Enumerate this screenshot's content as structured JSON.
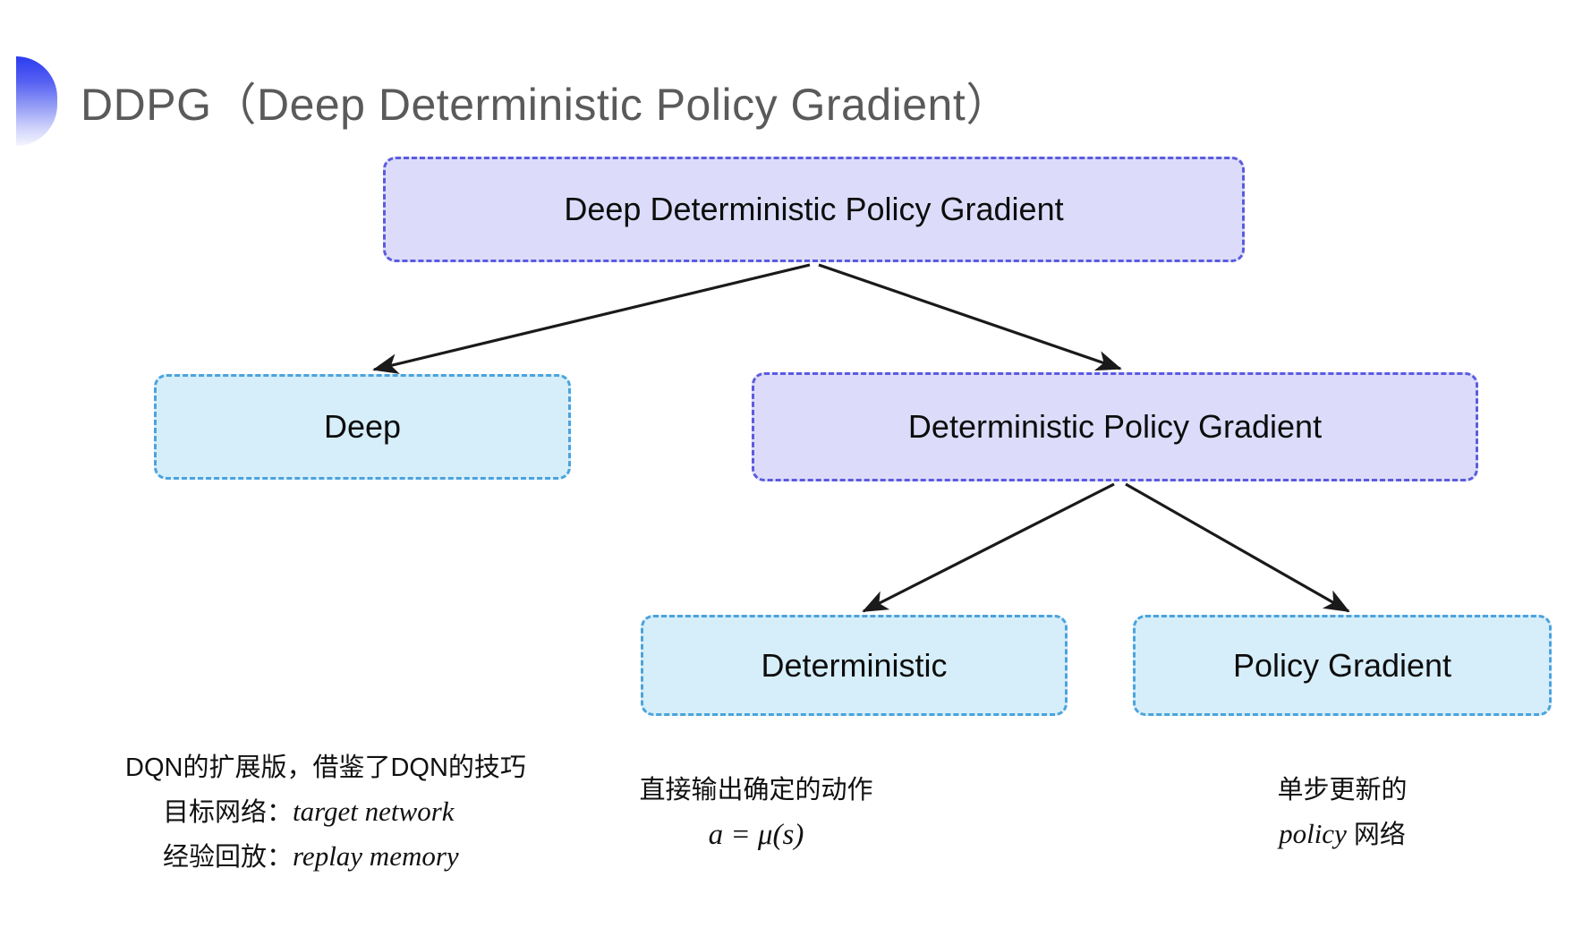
{
  "slide": {
    "title": "DDPG（Deep Deterministic Policy Gradient）",
    "background_color": "#ffffff"
  },
  "colors": {
    "title_text": "#5a5a5a",
    "bullet_gradient_start": "#2b3cf0",
    "bullet_gradient_end": "#f4f5fe",
    "purple_fill": "#dcdcfa",
    "purple_border": "#5b5be0",
    "blue_fill": "#d6eefa",
    "blue_border": "#4ba3dc",
    "arrow": "#1a1a1a"
  },
  "diagram": {
    "nodes": [
      {
        "id": "root",
        "label": "Deep Deterministic Policy Gradient",
        "style": "purple"
      },
      {
        "id": "deep",
        "label": "Deep",
        "style": "blue"
      },
      {
        "id": "dpg",
        "label": "Deterministic Policy Gradient",
        "style": "purple"
      },
      {
        "id": "deterministic",
        "label": "Deterministic",
        "style": "blue"
      },
      {
        "id": "policy_gradient",
        "label": "Policy Gradient",
        "style": "blue"
      }
    ],
    "edges": [
      {
        "from": "root",
        "to": "deep"
      },
      {
        "from": "root",
        "to": "dpg"
      },
      {
        "from": "dpg",
        "to": "deterministic"
      },
      {
        "from": "dpg",
        "to": "policy_gradient"
      }
    ]
  },
  "captions": {
    "deep": {
      "line1": "DQN的扩展版，借鉴了DQN的技巧",
      "line2_label": "目标网络：",
      "line2_term": "target network",
      "line3_label": "经验回放：",
      "line3_term": "replay memory"
    },
    "deterministic": {
      "line1": "直接输出确定的动作",
      "formula": "a = μ(s)"
    },
    "policy_gradient": {
      "line1": "单步更新的",
      "line2_term": "policy",
      "line2_suffix": " 网络"
    }
  }
}
